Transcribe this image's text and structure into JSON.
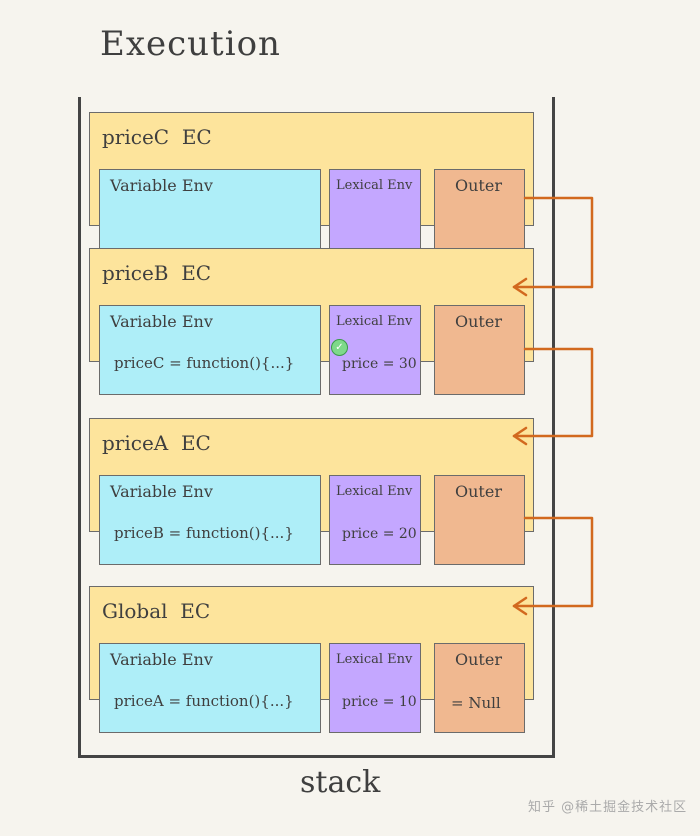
{
  "title": "Execution",
  "stack_label": "stack",
  "contexts": [
    {
      "name": "priceC  EC",
      "variable_env": {
        "label": "Variable Env",
        "value": ""
      },
      "lexical_env": {
        "label": "Lexical Env",
        "value": ""
      },
      "outer": {
        "label": "Outer",
        "value": ""
      }
    },
    {
      "name": "priceB  EC",
      "variable_env": {
        "label": "Variable Env",
        "value": "priceC = function(){...}"
      },
      "lexical_env": {
        "label": "Lexical Env",
        "value": "price = 30"
      },
      "outer": {
        "label": "Outer",
        "value": ""
      }
    },
    {
      "name": "priceA  EC",
      "variable_env": {
        "label": "Variable Env",
        "value": "priceB = function(){...}"
      },
      "lexical_env": {
        "label": "Lexical Env",
        "value": "price = 20"
      },
      "outer": {
        "label": "Outer",
        "value": ""
      }
    },
    {
      "name": "Global  EC",
      "variable_env": {
        "label": "Variable Env",
        "value": "priceA = function(){...}"
      },
      "lexical_env": {
        "label": "Lexical Env",
        "value": "price = 10"
      },
      "outer": {
        "label": "Outer",
        "value": "= Null"
      }
    }
  ],
  "watermark": "知乎 @稀土掘金技术社区",
  "colors": {
    "background": "#f6f4ee",
    "ec_fill": "#fde49c",
    "variable_env_fill": "#aeeef8",
    "lexical_env_fill": "#c4a7ff",
    "outer_fill": "#f0b890",
    "arrow": "#d2691e"
  }
}
